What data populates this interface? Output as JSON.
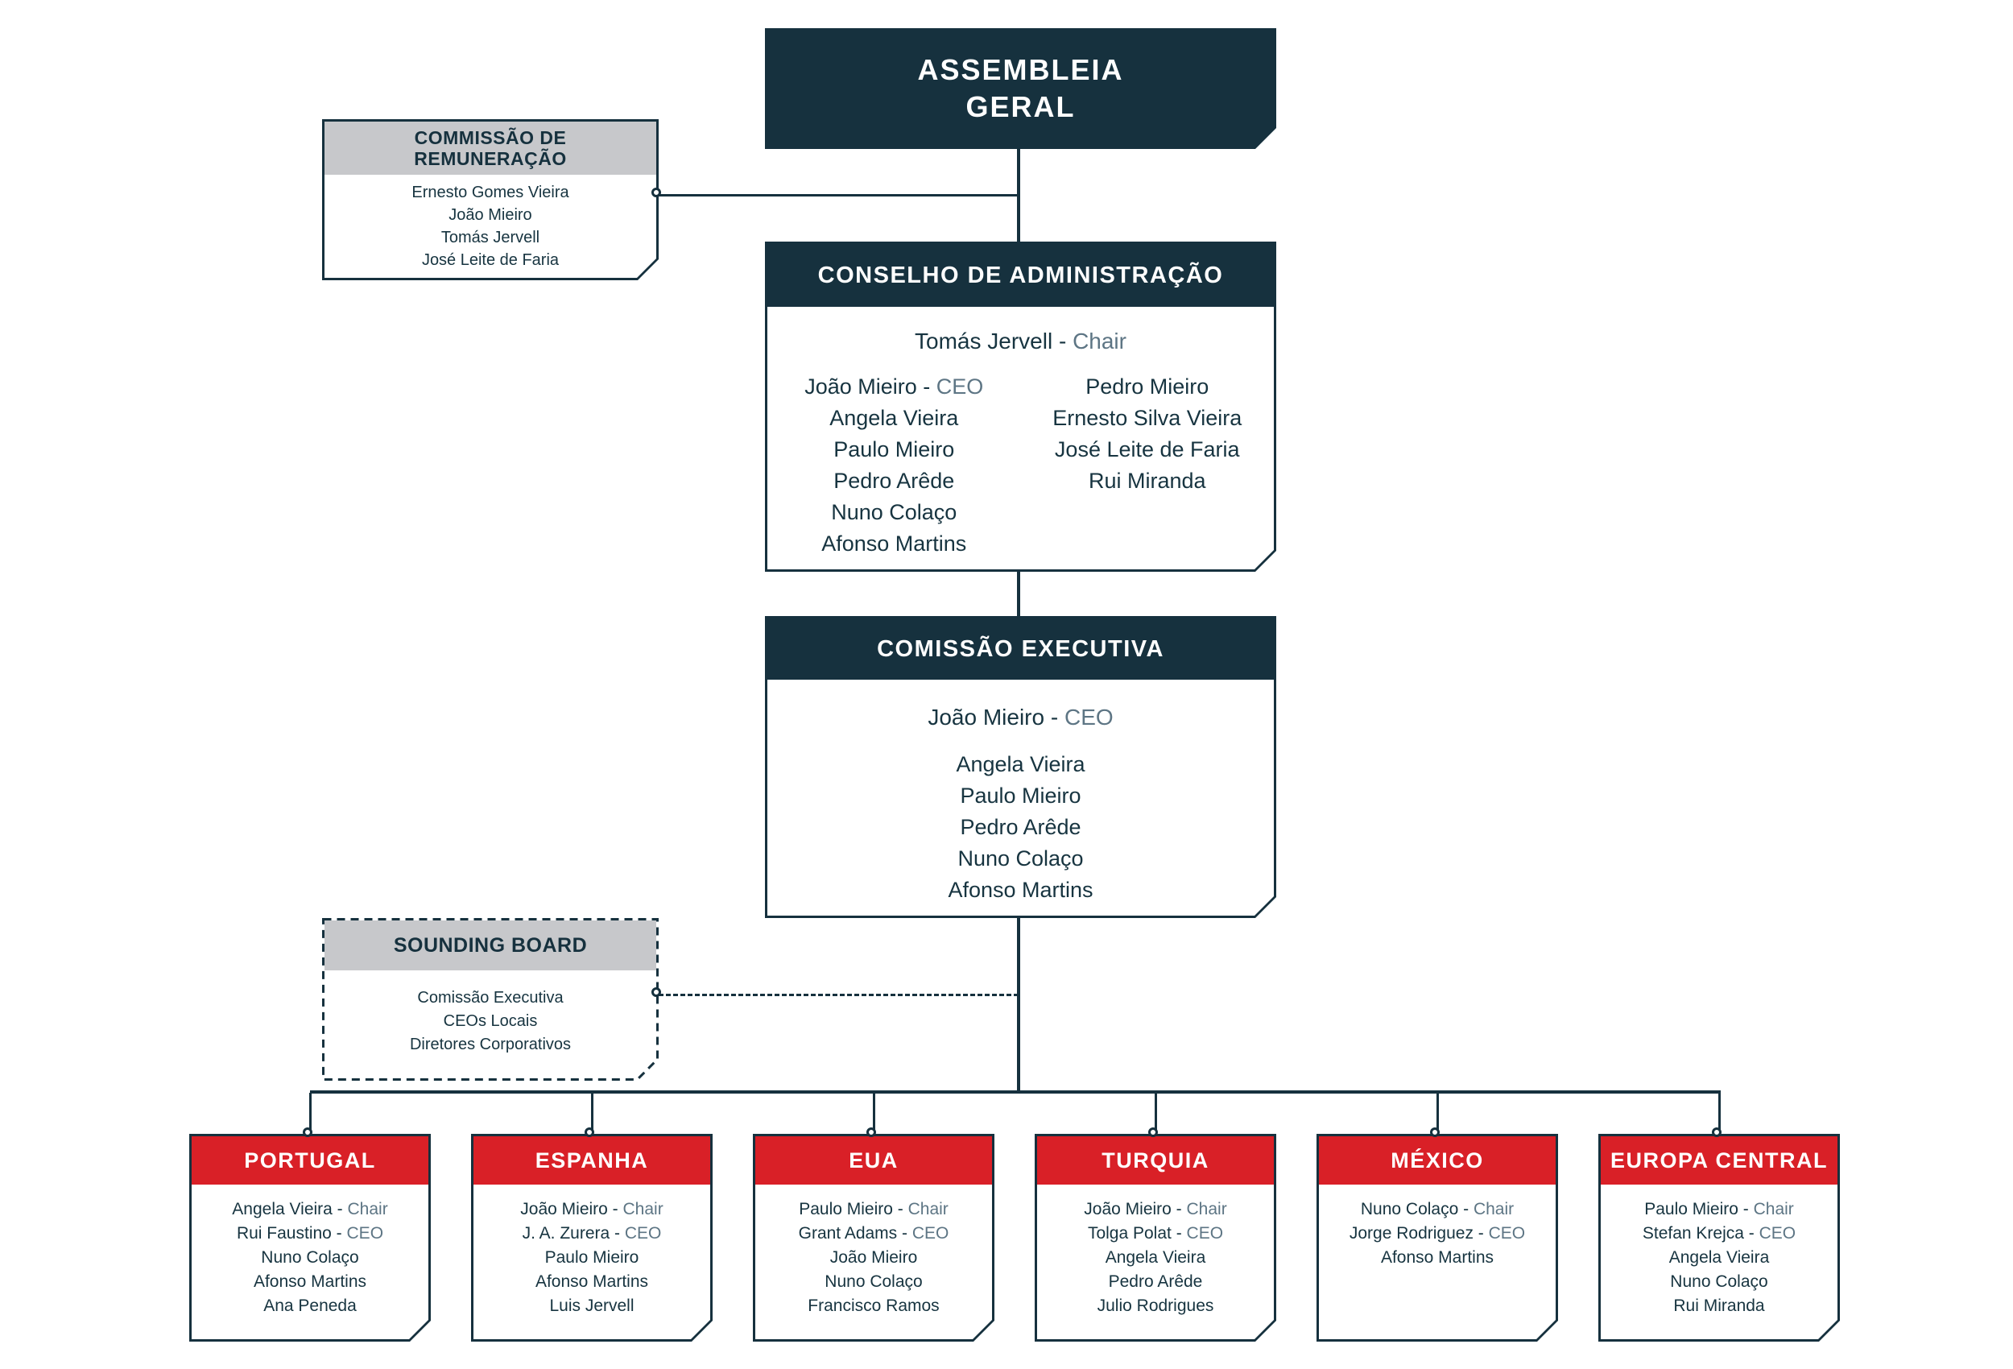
{
  "colors": {
    "dark": "#16313e",
    "red": "#d92027",
    "gray_header": "#c7c8cb",
    "role_text": "#5d7584",
    "name_text": "#173440"
  },
  "boxes": {
    "assembleia": {
      "title": "ASSEMBLEIA GERAL"
    },
    "remuneracao": {
      "title": "COMMISSÃO DE REMUNERAÇÃO",
      "members": [
        {
          "name": "Ernesto Gomes Vieira"
        },
        {
          "name": "João Mieiro"
        },
        {
          "name": "Tomás Jervell"
        },
        {
          "name": "José Leite de Faria"
        }
      ]
    },
    "conselho": {
      "title": "CONSELHO DE ADMINISTRAÇÃO",
      "chair": {
        "name": "Tomás Jervell",
        "role": "Chair"
      },
      "col_left": [
        {
          "name": "João Mieiro",
          "role": "CEO"
        },
        {
          "name": "Angela Vieira"
        },
        {
          "name": "Paulo Mieiro"
        },
        {
          "name": "Pedro Arêde"
        },
        {
          "name": "Nuno Colaço"
        },
        {
          "name": "Afonso Martins"
        }
      ],
      "col_right": [
        {
          "name": "Pedro Mieiro"
        },
        {
          "name": "Ernesto Silva Vieira"
        },
        {
          "name": "José Leite de Faria"
        },
        {
          "name": "Rui Miranda"
        }
      ]
    },
    "executiva": {
      "title": "COMISSÃO EXECUTIVA",
      "lead": {
        "name": "João Mieiro",
        "role": "CEO"
      },
      "members": [
        {
          "name": "Angela Vieira"
        },
        {
          "name": "Paulo Mieiro"
        },
        {
          "name": "Pedro Arêde"
        },
        {
          "name": "Nuno Colaço"
        },
        {
          "name": "Afonso Martins"
        }
      ]
    },
    "sounding": {
      "title": "SOUNDING BOARD",
      "members": [
        {
          "name": "Comissão Executiva"
        },
        {
          "name": "CEOs Locais"
        },
        {
          "name": "Diretores Corporativos"
        }
      ]
    },
    "regions": [
      {
        "title": "PORTUGAL",
        "members": [
          {
            "name": "Angela Vieira",
            "role": "Chair"
          },
          {
            "name": "Rui Faustino",
            "role": "CEO"
          },
          {
            "name": "Nuno Colaço"
          },
          {
            "name": "Afonso Martins"
          },
          {
            "name": "Ana Peneda"
          }
        ]
      },
      {
        "title": "ESPANHA",
        "members": [
          {
            "name": "João Mieiro",
            "role": "Chair"
          },
          {
            "name": "J. A. Zurera",
            "role": "CEO"
          },
          {
            "name": "Paulo Mieiro"
          },
          {
            "name": "Afonso Martins"
          },
          {
            "name": "Luis Jervell"
          }
        ]
      },
      {
        "title": "EUA",
        "members": [
          {
            "name": "Paulo Mieiro",
            "role": "Chair"
          },
          {
            "name": "Grant Adams",
            "role": "CEO"
          },
          {
            "name": "João Mieiro"
          },
          {
            "name": "Nuno Colaço"
          },
          {
            "name": "Francisco Ramos"
          }
        ]
      },
      {
        "title": "TURQUIA",
        "members": [
          {
            "name": "João Mieiro",
            "role": "Chair"
          },
          {
            "name": "Tolga Polat",
            "role": "CEO"
          },
          {
            "name": "Angela Vieira"
          },
          {
            "name": "Pedro Arêde"
          },
          {
            "name": "Julio Rodrigues"
          }
        ]
      },
      {
        "title": "MÉXICO",
        "members": [
          {
            "name": "Nuno Colaço",
            "role": "Chair"
          },
          {
            "name": "Jorge Rodriguez",
            "role": "CEO"
          },
          {
            "name": "Afonso Martins"
          }
        ]
      },
      {
        "title": "EUROPA CENTRAL",
        "members": [
          {
            "name": "Paulo Mieiro",
            "role": "Chair"
          },
          {
            "name": "Stefan Krejca",
            "role": "CEO"
          },
          {
            "name": "Angela Vieira"
          },
          {
            "name": "Nuno Colaço"
          },
          {
            "name": "Rui Miranda"
          }
        ]
      }
    ]
  }
}
